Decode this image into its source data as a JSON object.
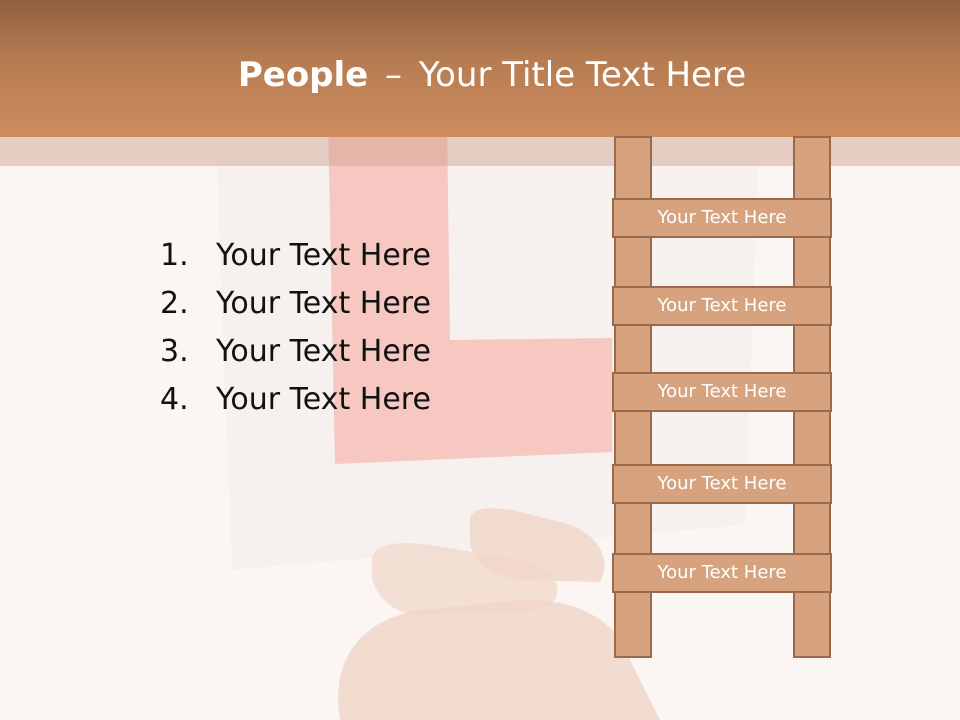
{
  "slide": {
    "title_bold": "People",
    "title_dash": "–",
    "title_rest": "Your Title Text Here"
  },
  "list": {
    "items": [
      {
        "number": "1.",
        "text": "Your Text Here"
      },
      {
        "number": "2.",
        "text": "Your Text Here"
      },
      {
        "number": "3.",
        "text": "Your Text Here"
      },
      {
        "number": "4.",
        "text": "Your Text Here"
      }
    ]
  },
  "ladder": {
    "rungs": [
      {
        "label": "Your Text Here"
      },
      {
        "label": "Your Text Here"
      },
      {
        "label": "Your Text Here"
      },
      {
        "label": "Your Text Here"
      },
      {
        "label": "Your Text Here"
      }
    ]
  },
  "colors": {
    "header": "#c4845a",
    "ladder_fill": "#d6a37e",
    "ladder_border": "#9b6a4c",
    "plate_red": "#f4a39c"
  }
}
